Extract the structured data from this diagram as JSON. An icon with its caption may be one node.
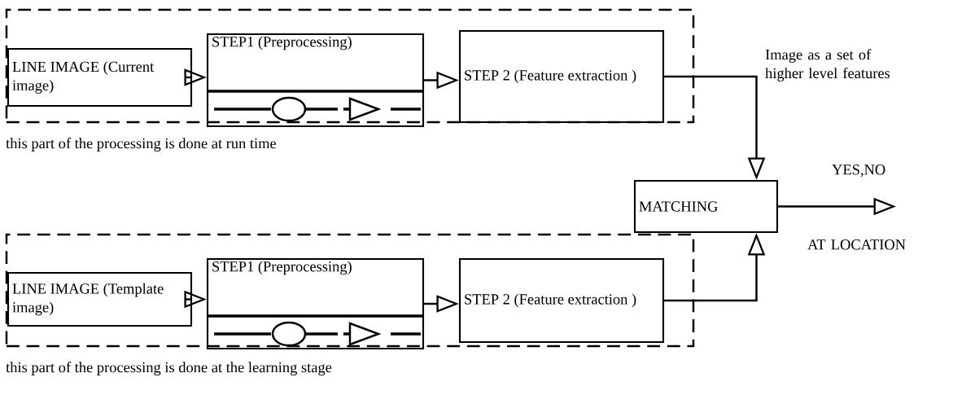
{
  "diagram": {
    "nodes": [
      {
        "text": [
          "this part of the processing is done at run time"
        ]
      },
      {
        "text": [
          "LINE IMAGE (Current image)"
        ],
        "in": 0
      },
      {
        "text": [
          "STEP1 (Preprocessing)"
        ],
        "in": 0
      },
      {
        "text": [
          "STEP 2 (Feature extraction )"
        ],
        "in": 0
      },
      {
        "text": [
          "this part of the processing is done at the learning stage"
        ]
      },
      {
        "text": [
          "LINE IMAGE (Template image)"
        ],
        "in": 4
      },
      {
        "text": [
          "STEP1 (Preprocessing)"
        ],
        "in": 4
      },
      {
        "text": [
          "STEP 2 (Feature extraction )"
        ],
        "in": 4
      },
      {
        "text": [
          "MATCHING"
        ]
      }
    ],
    "edges": [
      {
        "from": 1,
        "to": 2,
        "arrow": "to"
      },
      {
        "from": 2,
        "to": 3,
        "arrow": "to"
      },
      {
        "from": 3,
        "to": 8,
        "arrow": "to",
        "label": "Image as a set of higher level features"
      },
      {
        "from": 5,
        "to": 6,
        "arrow": "to"
      },
      {
        "from": 6,
        "to": 7,
        "arrow": "to"
      },
      {
        "from": 7,
        "to": 8,
        "arrow": "to"
      },
      {
        "from": 8,
        "to": null,
        "arrow": "to"
      }
    ],
    "labels": [
      "YES,NO",
      "AT LOCATION"
    ]
  }
}
